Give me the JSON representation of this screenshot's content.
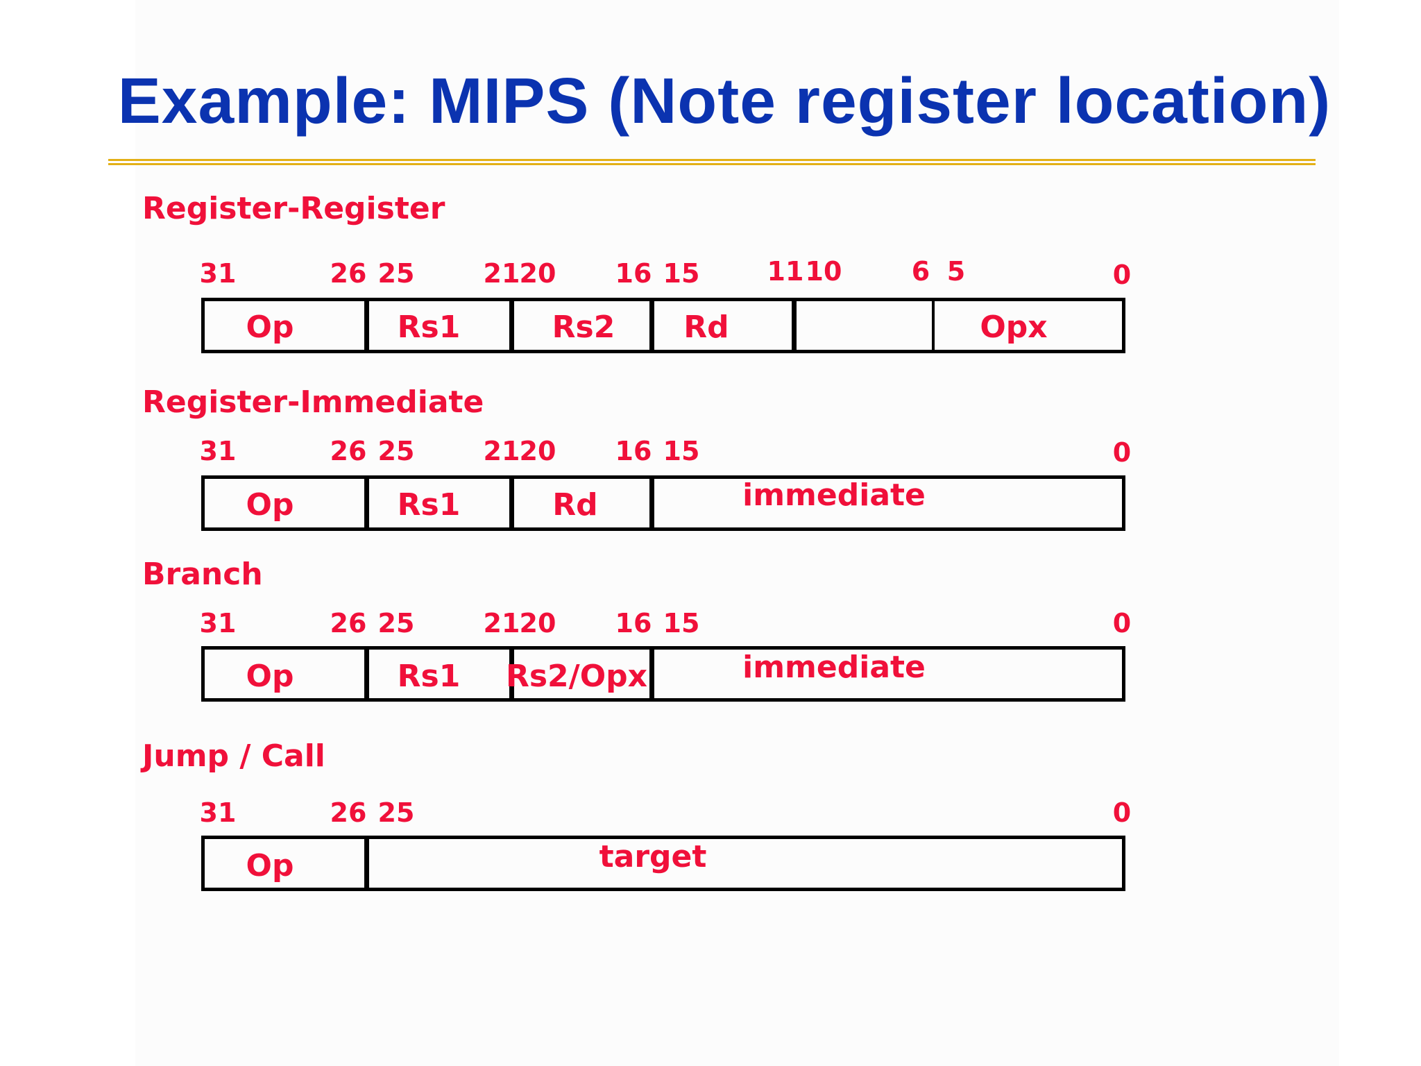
{
  "title": "Example: MIPS (Note register location)",
  "colors": {
    "title": "#0b33b0",
    "rule": "#e3b017",
    "label": "#f0103a",
    "border": "#000000"
  },
  "formats": [
    {
      "label": "Register-Register",
      "bits": [
        "31",
        "26",
        "25",
        "21",
        "20",
        "16",
        "15",
        "11",
        "10",
        "6",
        "5",
        "0"
      ],
      "fields": [
        "Op",
        "Rs1",
        "Rs2",
        "Rd",
        "",
        "Opx"
      ]
    },
    {
      "label": "Register-Immediate",
      "bits": [
        "31",
        "26",
        "25",
        "21",
        "20",
        "16",
        "15",
        "0"
      ],
      "fields": [
        "Op",
        "Rs1",
        "Rd",
        "immediate"
      ]
    },
    {
      "label": "Branch",
      "bits": [
        "31",
        "26",
        "25",
        "21",
        "20",
        "16",
        "15",
        "0"
      ],
      "fields": [
        "Op",
        "Rs1",
        "Rs2/Opx",
        "immediate"
      ]
    },
    {
      "label": "Jump / Call",
      "bits": [
        "31",
        "26",
        "25",
        "0"
      ],
      "fields": [
        "Op",
        "target"
      ]
    }
  ]
}
